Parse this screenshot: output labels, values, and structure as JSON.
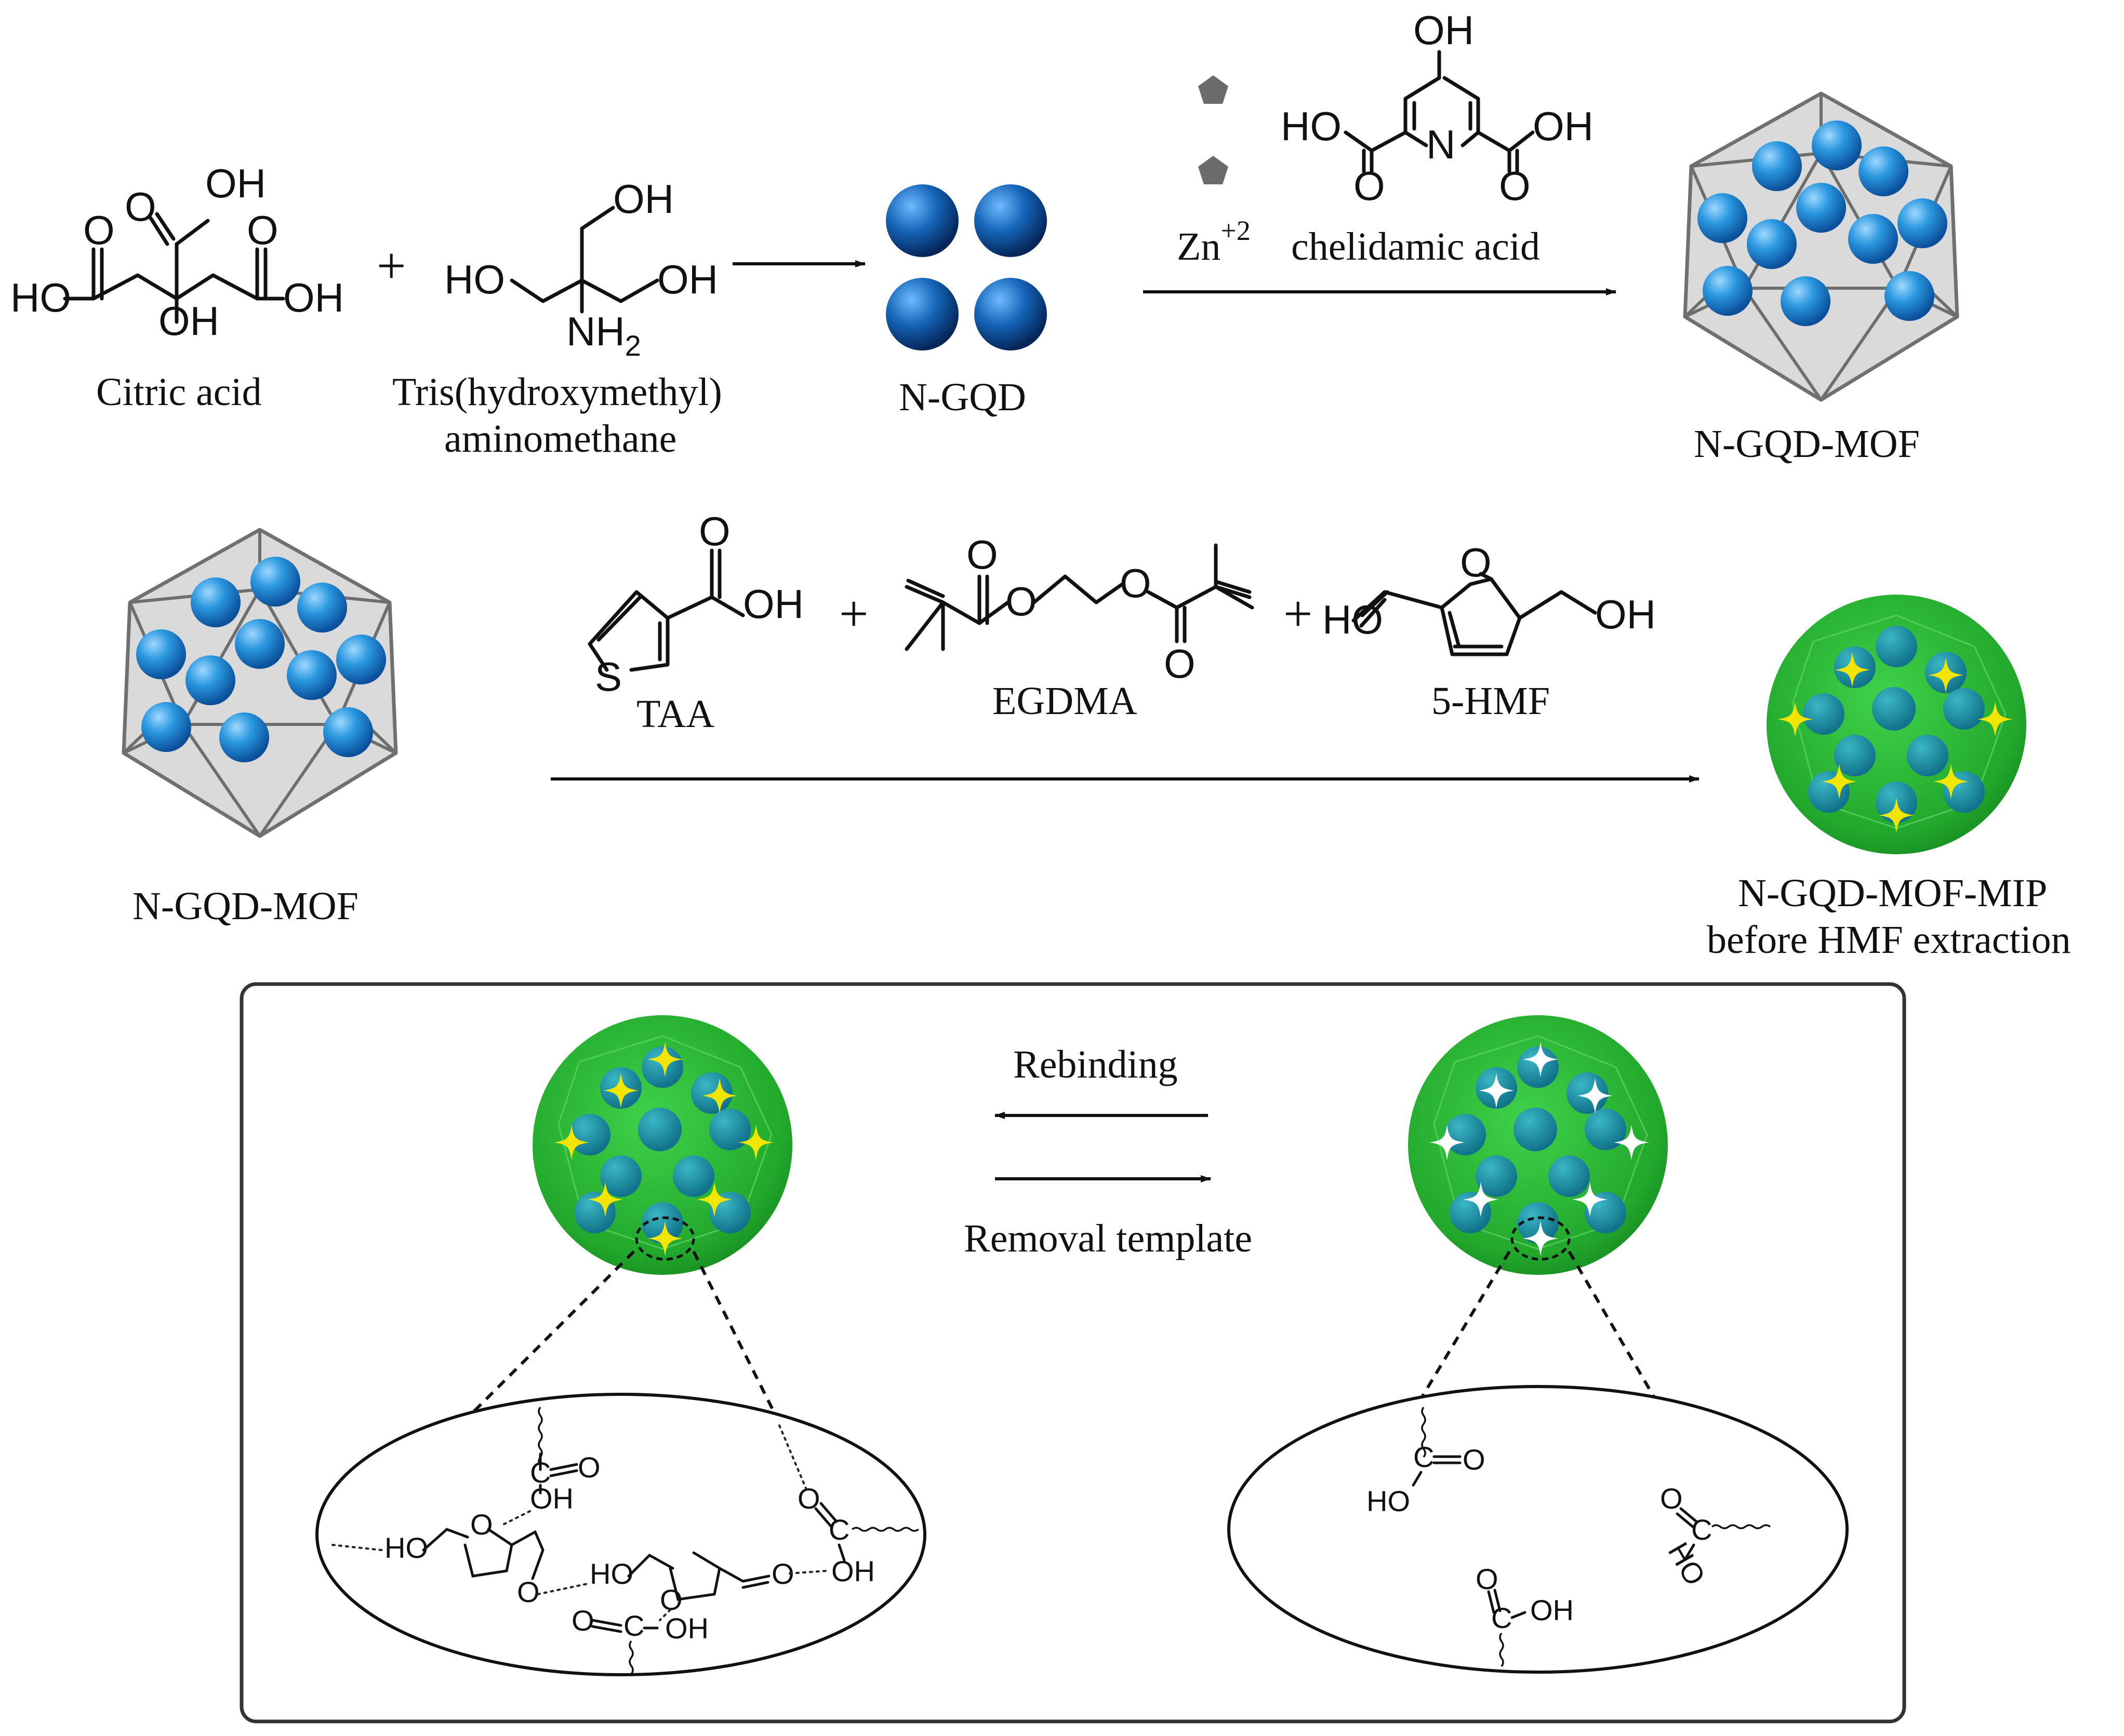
{
  "reactants": {
    "citric_acid": "Citric acid",
    "tris_line1": "Tris(hydroxymethyl)",
    "tris_line2": "aminomethane",
    "plus": "+"
  },
  "products": {
    "ngqd": "N-GQD",
    "ngqd_mof": "N-GQD-MOF",
    "ngqd_mof_left": "N-GQD-MOF",
    "mip_line1": "N-GQD-MOF-MIP",
    "mip_line2": "before HMF extraction"
  },
  "reagents": {
    "zn": "Zn",
    "zn_charge": "+2",
    "chelidamic": "chelidamic acid",
    "taa": "TAA",
    "egdma": "EGDMA",
    "hmf": "5-HMF"
  },
  "box": {
    "rebinding": "Rebinding",
    "removal": "Removal template"
  },
  "atoms": {
    "OH": "OH",
    "HO": "HO",
    "O": "O",
    "N": "N",
    "S": "S",
    "C": "C",
    "NH2": "NH",
    "sub2": "2",
    "H": "H"
  },
  "colors": {
    "sphere_blue": "#1f8fd6",
    "polymer_green": "#2dbb3a",
    "template_star": "#f2e600",
    "cavity_star": "#ffffff",
    "mof_shell": "#cfcfcf"
  }
}
